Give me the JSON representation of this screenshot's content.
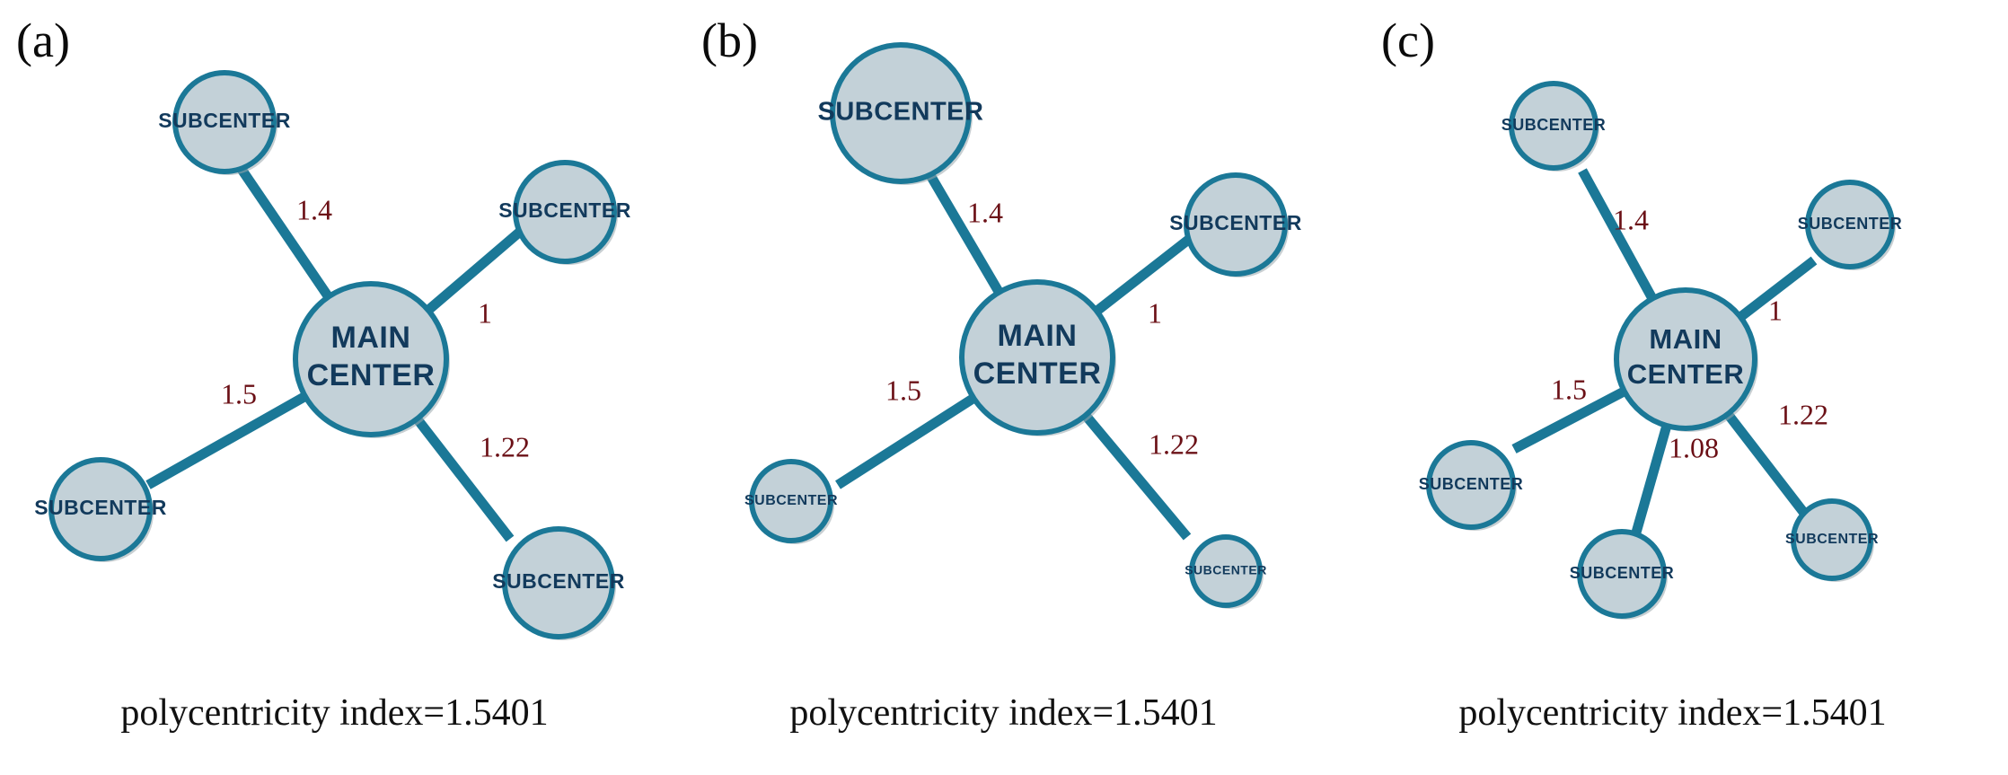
{
  "figure": {
    "background": "#ffffff",
    "node_fill": "#c3d1d8",
    "node_stroke": "#1b7897",
    "edge_color": "#1b7897",
    "edge_label_color": "#6b1016",
    "node_text_color": "#123a5c",
    "caption_color": "#111111"
  },
  "chart_data": {
    "type": "diagram",
    "title": "",
    "description": "Three weighted star-network diagrams comparing polycentricity configurations",
    "panels": [
      {
        "label": "(a)",
        "caption": "polycentricity index=1.5401",
        "hub": {
          "name": "main-center",
          "line1": "MAIN",
          "line2": "CENTER",
          "radius": 84
        },
        "nodes": [
          {
            "name": "subcenter-top-left",
            "label": "SUBCENTER",
            "radius": 55,
            "weight": "1.4"
          },
          {
            "name": "subcenter-top-right",
            "label": "SUBCENTER",
            "radius": 55,
            "weight": "1"
          },
          {
            "name": "subcenter-bottom-left",
            "label": "SUBCENTER",
            "radius": 55,
            "weight": "1.5"
          },
          {
            "name": "subcenter-bottom-right",
            "label": "SUBCENTER",
            "radius": 55,
            "weight": "1.22"
          }
        ],
        "edge_weights": [
          "1.4",
          "1",
          "1.5",
          "1.22"
        ]
      },
      {
        "label": "(b)",
        "caption": "polycentricity index=1.5401",
        "hub": {
          "name": "main-center",
          "line1": "MAIN",
          "line2": "CENTER",
          "radius": 84
        },
        "nodes": [
          {
            "name": "subcenter-top-left",
            "label": "SUBCENTER",
            "radius": 76,
            "weight": "1.4"
          },
          {
            "name": "subcenter-top-right",
            "label": "SUBCENTER",
            "radius": 55,
            "weight": "1"
          },
          {
            "name": "subcenter-bottom-left",
            "label": "SUBCENTER",
            "radius": 44,
            "weight": "1.5"
          },
          {
            "name": "subcenter-bottom-right",
            "label": "SUBCENTER",
            "radius": 38,
            "weight": "1.22"
          }
        ],
        "edge_weights": [
          "1.4",
          "1",
          "1.5",
          "1.22"
        ]
      },
      {
        "label": "(c)",
        "caption": "polycentricity index=1.5401",
        "hub": {
          "name": "main-center",
          "line1": "MAIN",
          "line2": "CENTER",
          "radius": 77
        },
        "nodes": [
          {
            "name": "subcenter-top-left",
            "label": "SUBCENTER",
            "radius": 47,
            "weight": "1.4"
          },
          {
            "name": "subcenter-top-right",
            "label": "SUBCENTER",
            "radius": 47,
            "weight": "1"
          },
          {
            "name": "subcenter-left",
            "label": "SUBCENTER",
            "radius": 47,
            "weight": "1.5"
          },
          {
            "name": "subcenter-bottom-center",
            "label": "SUBCENTER",
            "radius": 47,
            "weight": "1.08"
          },
          {
            "name": "subcenter-bottom-right",
            "label": "SUBCENTER",
            "radius": 43,
            "weight": "1.22"
          }
        ],
        "edge_weights": [
          "1.4",
          "1",
          "1.5",
          "1.08",
          "1.22"
        ]
      }
    ]
  },
  "panel_a": {
    "label": "(a)",
    "caption": "polycentricity index=1.5401",
    "hub_line1": "MAIN",
    "hub_line2": "CENTER",
    "n0_label": "SUBCENTER",
    "n1_label": "SUBCENTER",
    "n2_label": "SUBCENTER",
    "n3_label": "SUBCENTER",
    "w0": "1.4",
    "w1": "1",
    "w2": "1.5",
    "w3": "1.22"
  },
  "panel_b": {
    "label": "(b)",
    "caption": "polycentricity index=1.5401",
    "hub_line1": "MAIN",
    "hub_line2": "CENTER",
    "n0_label": "SUBCENTER",
    "n1_label": "SUBCENTER",
    "n2_label": "SUBCENTER",
    "n3_label": "SUBCENTER",
    "w0": "1.4",
    "w1": "1",
    "w2": "1.5",
    "w3": "1.22"
  },
  "panel_c": {
    "label": "(c)",
    "caption": "polycentricity index=1.5401",
    "hub_line1": "MAIN",
    "hub_line2": "CENTER",
    "n0_label": "SUBCENTER",
    "n1_label": "SUBCENTER",
    "n2_label": "SUBCENTER",
    "n3_label": "SUBCENTER",
    "n4_label": "SUBCENTER",
    "w0": "1.4",
    "w1": "1",
    "w2": "1.5",
    "w3": "1.08",
    "w4": "1.22"
  }
}
